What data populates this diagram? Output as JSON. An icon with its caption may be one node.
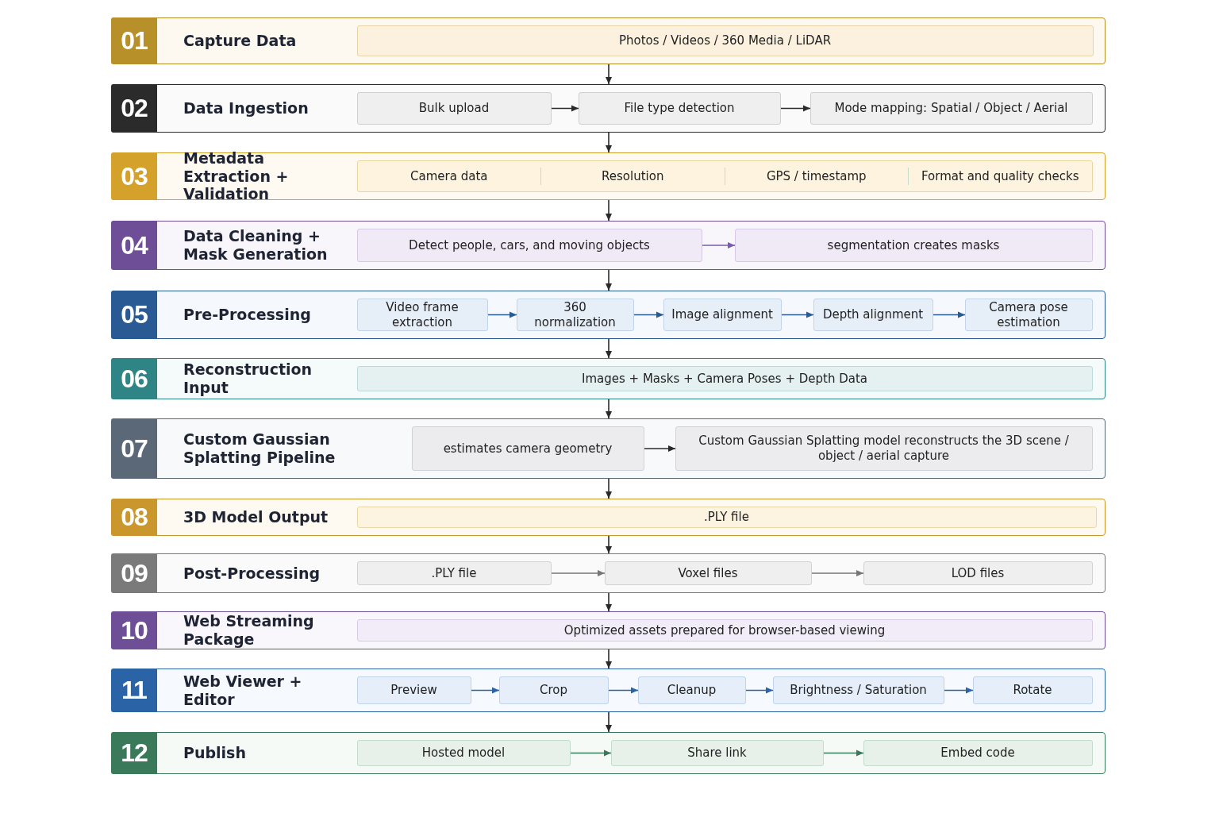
{
  "diagram": {
    "nodes": [
      {
        "text": [
          "01",
          "Capture Data"
        ]
      },
      {
        "text": [
          "Photos / Videos / 360 Media / LiDAR"
        ],
        "in": 0
      },
      {
        "text": [
          "02",
          "Data Ingestion"
        ]
      },
      {
        "text": [
          "Bulk upload"
        ],
        "in": 2
      },
      {
        "text": [
          "File type detection"
        ],
        "in": 2
      },
      {
        "text": [
          "Mode mapping: Spatial / Object / Aerial"
        ],
        "in": 2
      },
      {
        "text": [
          "03",
          "Metadata Extraction + Validation"
        ]
      },
      {
        "text": [
          "Camera data",
          "Resolution",
          "GPS / timestamp",
          "Format and quality checks"
        ],
        "in": 6
      },
      {
        "text": [
          "04",
          "Data Cleaning + Mask Generation"
        ]
      },
      {
        "text": [
          "Detect people, cars, and moving objects"
        ],
        "in": 8
      },
      {
        "text": [
          "segmentation creates masks"
        ],
        "in": 8
      },
      {
        "text": [
          "05",
          "Pre-Processing"
        ]
      },
      {
        "text": [
          "Video frame extraction"
        ],
        "in": 11
      },
      {
        "text": [
          "360 normalization"
        ],
        "in": 11
      },
      {
        "text": [
          "Image alignment"
        ],
        "in": 11
      },
      {
        "text": [
          "Depth alignment"
        ],
        "in": 11
      },
      {
        "text": [
          "Camera pose estimation"
        ],
        "in": 11
      },
      {
        "text": [
          "06",
          "Reconstruction Input"
        ]
      },
      {
        "text": [
          "Images + Masks + Camera Poses + Depth Data"
        ],
        "in": 17
      },
      {
        "text": [
          "07",
          "Custom Gaussian Splatting Pipeline"
        ]
      },
      {
        "text": [
          "estimates camera geometry"
        ],
        "in": 19
      },
      {
        "text": [
          "Custom Gaussian Splatting model reconstructs the 3D scene / object / aerial capture"
        ],
        "in": 19
      },
      {
        "text": [
          "08",
          "3D Model Output"
        ]
      },
      {
        "text": [
          ".PLY file"
        ],
        "in": 22
      },
      {
        "text": [
          "09",
          "Post-Processing"
        ]
      },
      {
        "text": [
          ".PLY file"
        ],
        "in": 24
      },
      {
        "text": [
          "Voxel files"
        ],
        "in": 24
      },
      {
        "text": [
          "LOD files"
        ],
        "in": 24
      },
      {
        "text": [
          "10",
          "Web Streaming Package"
        ]
      },
      {
        "text": [
          "Optimized assets prepared for browser-based viewing"
        ],
        "in": 28
      },
      {
        "text": [
          "11",
          "Web Viewer + Editor"
        ]
      },
      {
        "text": [
          "Preview"
        ],
        "in": 30
      },
      {
        "text": [
          "Crop"
        ],
        "in": 30
      },
      {
        "text": [
          "Cleanup"
        ],
        "in": 30
      },
      {
        "text": [
          "Brightness / Saturation"
        ],
        "in": 30
      },
      {
        "text": [
          "Rotate"
        ],
        "in": 30
      },
      {
        "text": [
          "12",
          "Publish"
        ]
      },
      {
        "text": [
          "Hosted model"
        ],
        "in": 36
      },
      {
        "text": [
          "Share link"
        ],
        "in": 36
      },
      {
        "text": [
          "Embed code"
        ],
        "in": 36
      }
    ],
    "edges": [
      {
        "from": 0,
        "to": 2,
        "arrow": "to"
      },
      {
        "from": 2,
        "to": 6,
        "arrow": "to"
      },
      {
        "from": 6,
        "to": 8,
        "arrow": "to"
      },
      {
        "from": 8,
        "to": 11,
        "arrow": "to"
      },
      {
        "from": 11,
        "to": 17,
        "arrow": "to"
      },
      {
        "from": 17,
        "to": 19,
        "arrow": "to"
      },
      {
        "from": 19,
        "to": 22,
        "arrow": "to"
      },
      {
        "from": 22,
        "to": 24,
        "arrow": "to"
      },
      {
        "from": 24,
        "to": 28,
        "arrow": "to"
      },
      {
        "from": 28,
        "to": 30,
        "arrow": "to"
      },
      {
        "from": 30,
        "to": 36,
        "arrow": "to"
      },
      {
        "from": 3,
        "to": 4,
        "arrow": "to"
      },
      {
        "from": 4,
        "to": 5,
        "arrow": "to"
      },
      {
        "from": 9,
        "to": 10,
        "arrow": "to",
        "color": "#7a5ca8"
      },
      {
        "from": 12,
        "to": 13,
        "arrow": "to",
        "color": "#2a5a94"
      },
      {
        "from": 13,
        "to": 14,
        "arrow": "to",
        "color": "#2a5a94"
      },
      {
        "from": 14,
        "to": 15,
        "arrow": "to",
        "color": "#2a5a94"
      },
      {
        "from": 15,
        "to": 16,
        "arrow": "to",
        "color": "#2a5a94"
      },
      {
        "from": 20,
        "to": 21,
        "arrow": "to"
      },
      {
        "from": 25,
        "to": 26,
        "arrow": "to",
        "color": "#777777"
      },
      {
        "from": 26,
        "to": 27,
        "arrow": "to",
        "color": "#777777"
      },
      {
        "from": 31,
        "to": 32,
        "arrow": "to",
        "color": "#2a64a6"
      },
      {
        "from": 32,
        "to": 33,
        "arrow": "to",
        "color": "#2a64a6"
      },
      {
        "from": 33,
        "to": 34,
        "arrow": "to",
        "color": "#2a64a6"
      },
      {
        "from": 34,
        "to": 35,
        "arrow": "to",
        "color": "#2a64a6"
      },
      {
        "from": 37,
        "to": 38,
        "arrow": "to",
        "color": "#3a7a5a"
      },
      {
        "from": 38,
        "to": 39,
        "arrow": "to",
        "color": "#3a7a5a"
      }
    ]
  }
}
